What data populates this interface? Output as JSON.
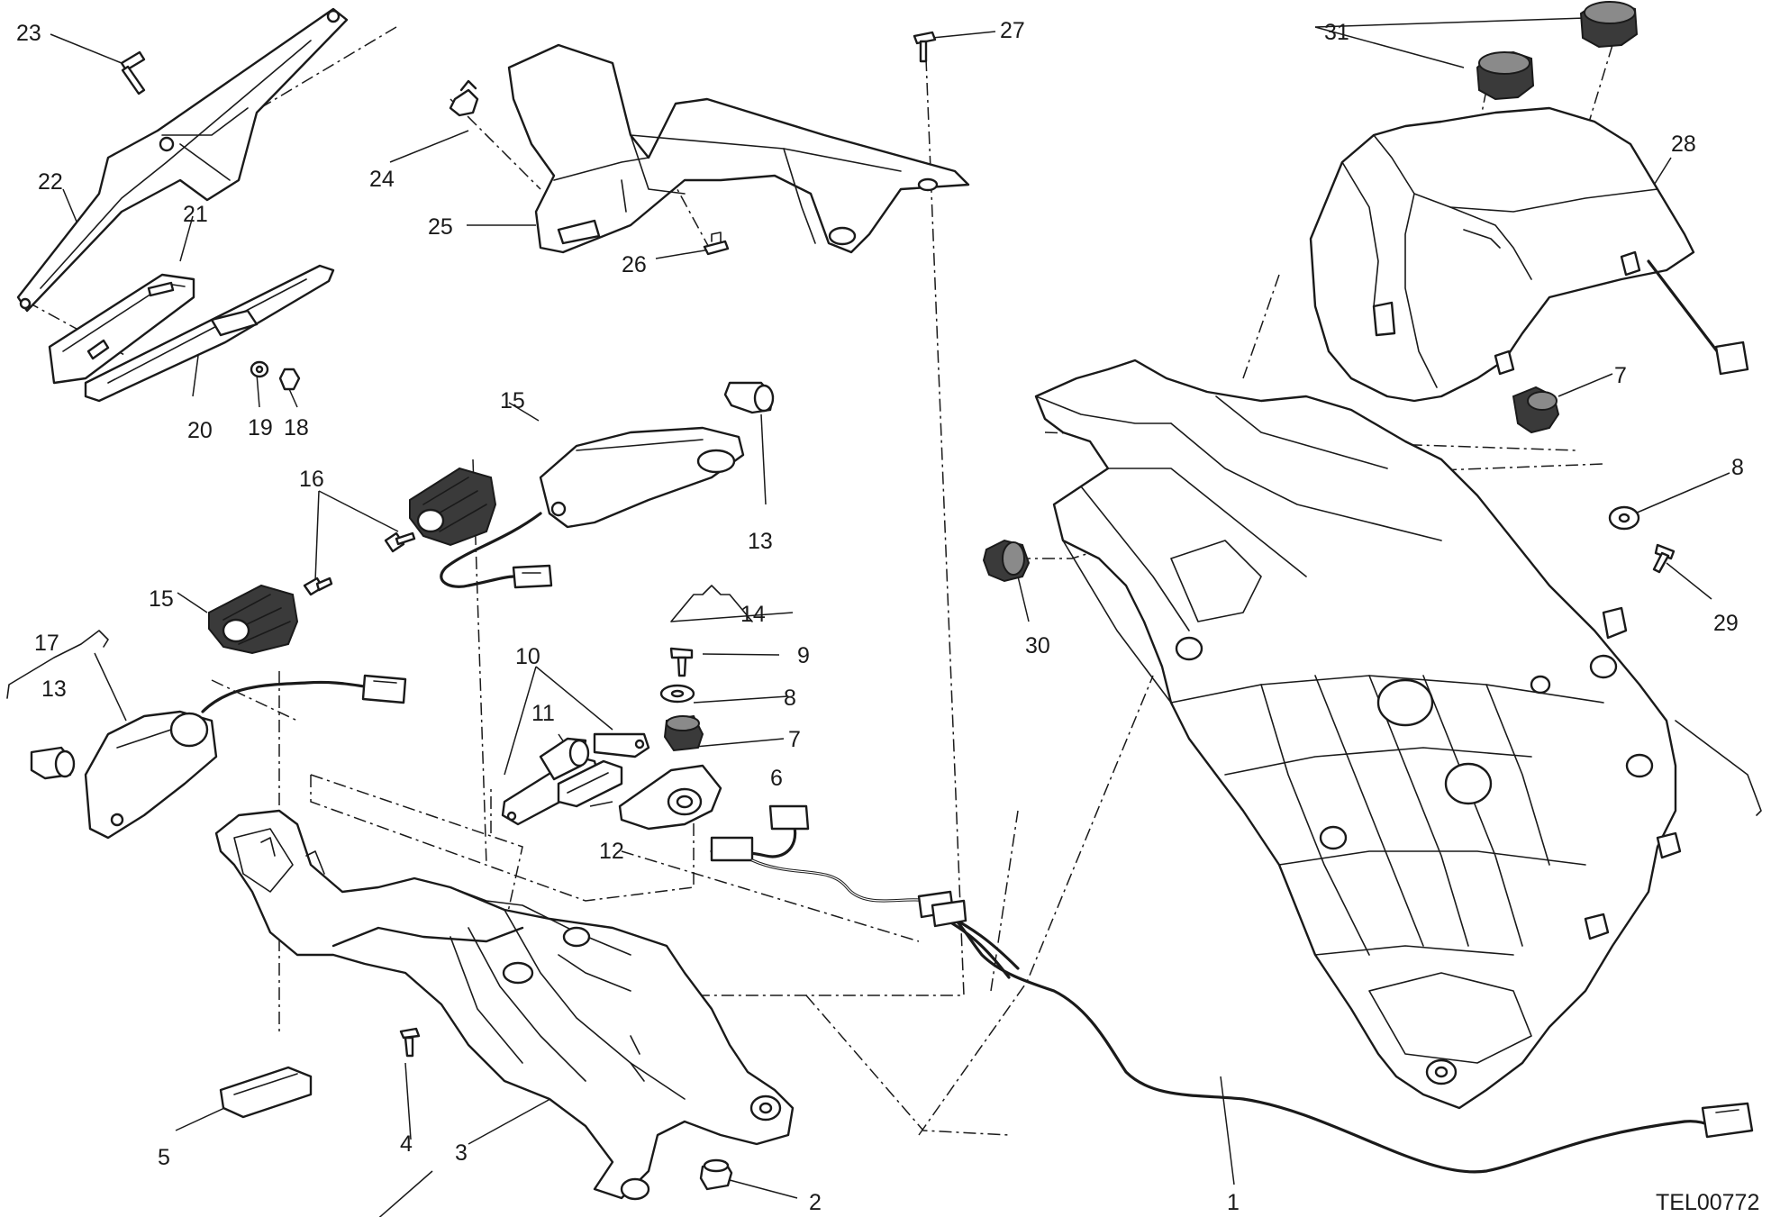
{
  "diagram": {
    "drawing_code": "TEL00772",
    "callouts": {
      "c1": "1",
      "c2": "2",
      "c3": "3",
      "c4": "4",
      "c5": "5",
      "c6": "6",
      "c7a": "7",
      "c7b": "7",
      "c8a": "8",
      "c8b": "8",
      "c9": "9",
      "c10": "10",
      "c11": "11",
      "c12": "12",
      "c13a": "13",
      "c13b": "13",
      "c14": "14",
      "c15a": "15",
      "c15b": "15",
      "c16": "16",
      "c17": "17",
      "c18": "18",
      "c19": "19",
      "c20": "20",
      "c21": "21",
      "c22": "22",
      "c23": "23",
      "c24": "24",
      "c25": "25",
      "c26": "26",
      "c27": "27",
      "c28": "28",
      "c29": "29",
      "c30": "30",
      "c31": "31"
    }
  }
}
